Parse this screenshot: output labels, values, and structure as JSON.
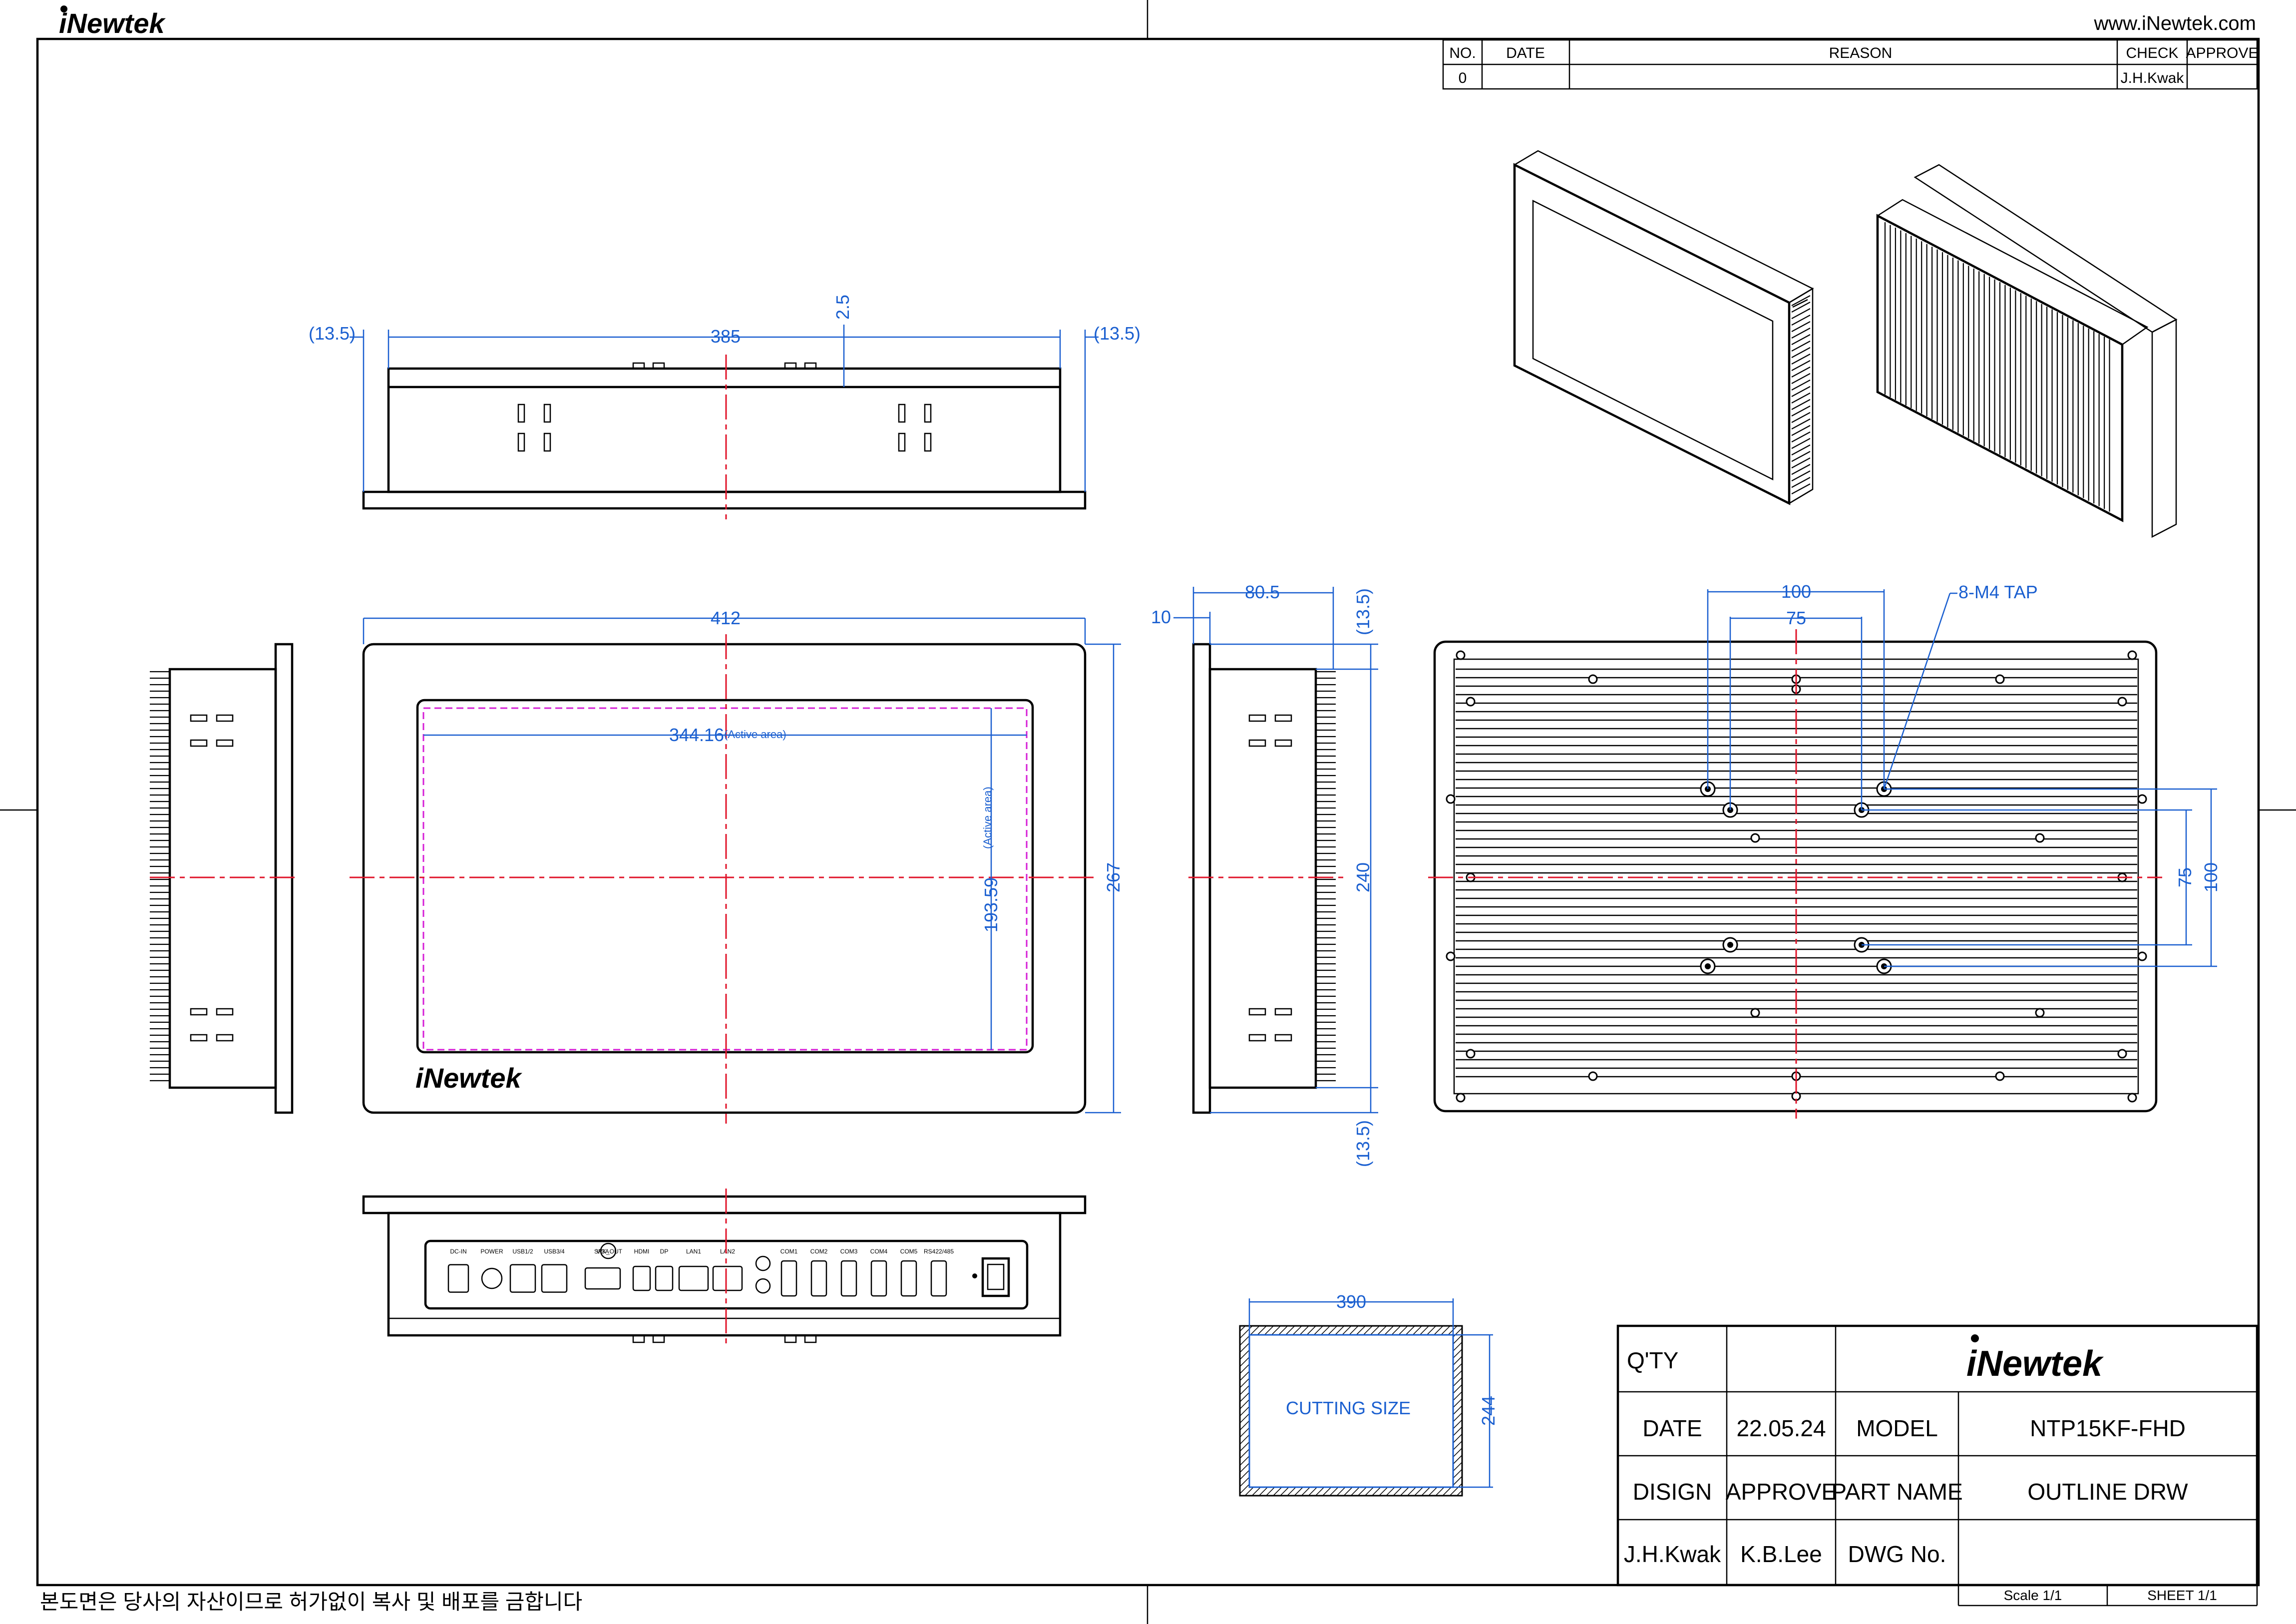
{
  "header": {
    "brand": "iNewtek",
    "website": "www.iNewtek.com"
  },
  "revision_table": {
    "headers": [
      "NO.",
      "DATE",
      "REASON",
      "CHECK",
      "APPROVE"
    ],
    "rows": [
      [
        "0",
        "",
        "",
        "J.H.Kwak",
        ""
      ]
    ]
  },
  "footer": {
    "notice": "본도면은 당사의 자산이므로 허가없이 복사 및 배포를 금합니다"
  },
  "top_view": {
    "overall": "385",
    "left_offset": "(13.5)",
    "right_offset": "(13.5)",
    "lip": "2.5"
  },
  "front_view": {
    "width": "412",
    "height": "267",
    "active_width": "344.16",
    "active_height": "193.59",
    "active_note": "(Active area)",
    "logo": "iNewtek"
  },
  "side_view": {
    "depth": "80.5",
    "bezel": "10",
    "top_offset": "(13.5)",
    "bottom_offset": "(13.5)",
    "body_height": "240"
  },
  "rear_view": {
    "vesa_outer": "100",
    "vesa_inner": "75",
    "vesa_inner_v": "75",
    "vesa_outer_v": "100",
    "tap_note": "8-M4 TAP"
  },
  "cutout": {
    "width": "390",
    "height": "244",
    "label": "CUTTING SIZE"
  },
  "io_labels": [
    "DC-IN",
    "POWER",
    "USB1/2",
    "USB3/4",
    "VGA",
    "SPK_OUT",
    "HDMI",
    "DP",
    "LAN1",
    "LAN2",
    "COM1",
    "COM2",
    "COM3",
    "COM4",
    "COM5",
    "RS422/485"
  ],
  "title_block": {
    "qty_label": "Q'TY",
    "date_label": "DATE",
    "date_value": "22.05.24",
    "model_label": "MODEL",
    "model_value": "NTP15KF-FHD",
    "design_label": "DISIGN",
    "approve_label": "APPROVE",
    "part_name_label": "PART NAME",
    "part_name_value": "OUTLINE DRW",
    "designer": "J.H.Kwak",
    "approver": "K.B.Lee",
    "dwg_label": "DWG No.",
    "scale": "Scale  1/1",
    "sheet": "SHEET  1/1",
    "logo": "iNewtek"
  }
}
